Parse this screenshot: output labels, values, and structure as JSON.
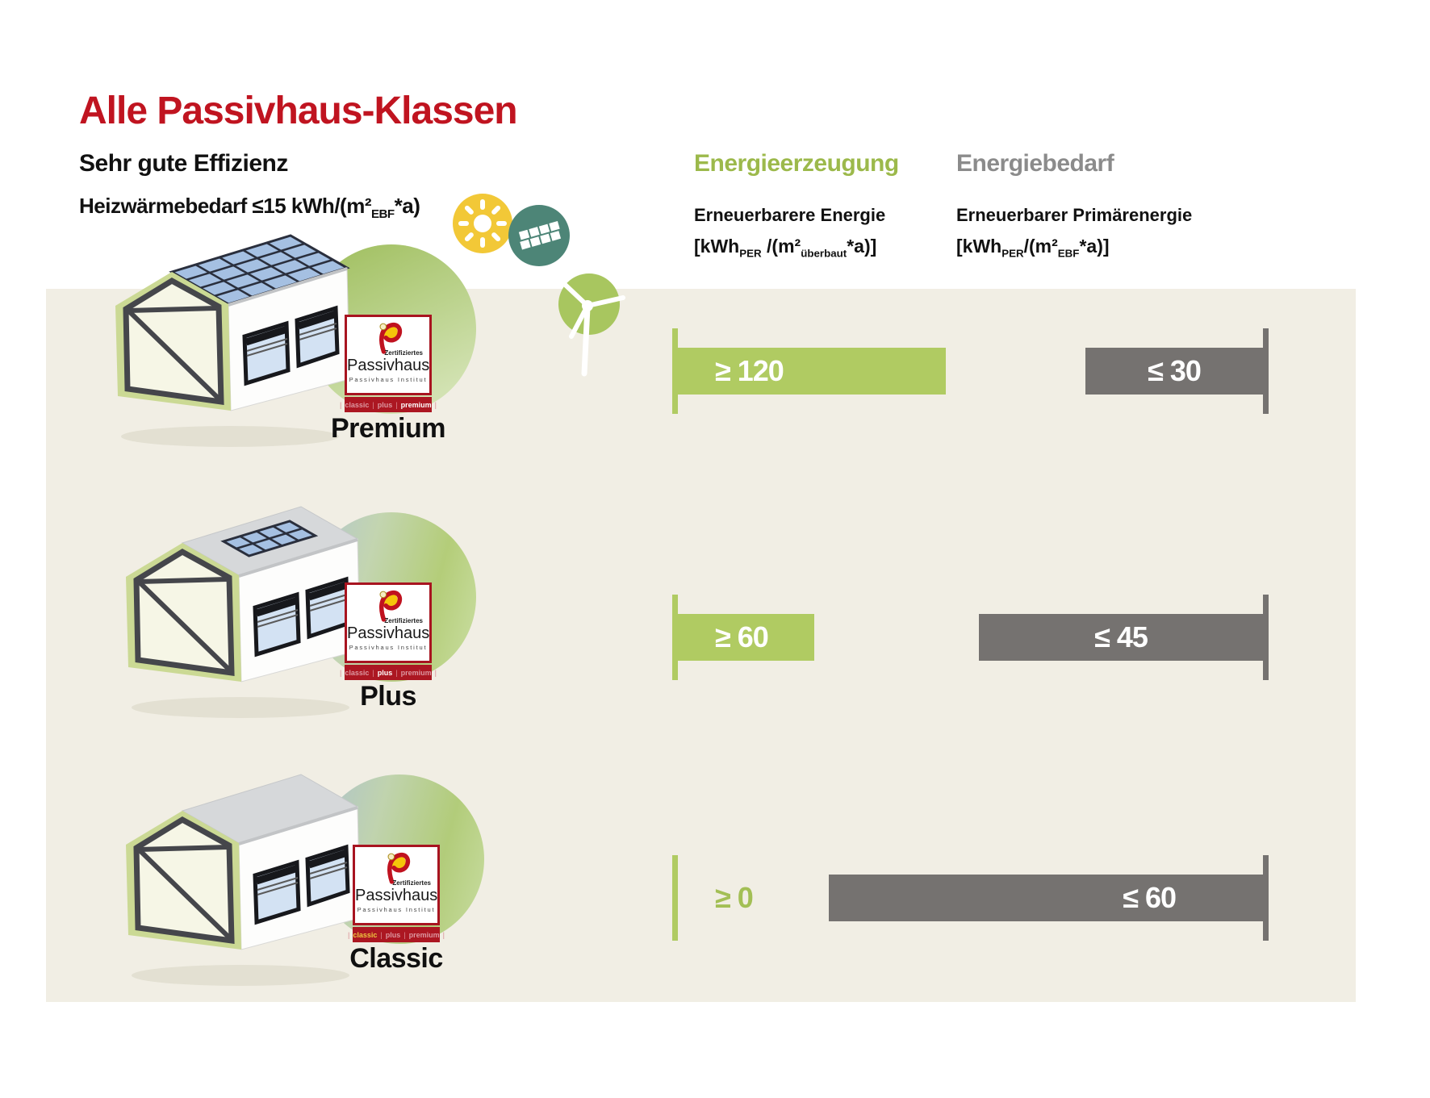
{
  "title": "Alle Passivhaus-Klassen",
  "subtitle": "Sehr gute Effizienz",
  "requirement": {
    "text_before_sub": "Heizwärmebedarf ≤15 kWh/(m²",
    "subscript": "EBF",
    "text_after_sub": "*a)"
  },
  "columns": {
    "generation": {
      "header": "Energieerzeugung",
      "sublabel": "Erneuerbarere Energie",
      "formula": {
        "p1": "[kWh",
        "s1": "PER",
        "p2": " /(m²",
        "s2": "überbaut",
        "p3": "*a)]"
      }
    },
    "demand": {
      "header": "Energiebedarf",
      "sublabel": "Erneuerbarer Primärenergie",
      "formula": {
        "p1": "[kWh",
        "s1": "PER",
        "p2": "/(m²",
        "s2": "EBF",
        "p3": "*a)]"
      }
    }
  },
  "badge": {
    "certified": "Zertifiziertes",
    "name": "Passivhaus",
    "institute": "Passivhaus Institut",
    "classes": [
      "classic",
      "plus",
      "premium"
    ]
  },
  "rows": [
    {
      "id": "premium",
      "label": "Premium",
      "generation": {
        "label": "≥ 120",
        "value": 120
      },
      "demand": {
        "label": "≤ 30",
        "value": 30
      }
    },
    {
      "id": "plus",
      "label": "Plus",
      "generation": {
        "label": "≥ 60",
        "value": 60
      },
      "demand": {
        "label": "≤ 45",
        "value": 45
      }
    },
    {
      "id": "classic",
      "label": "Classic",
      "generation": {
        "label": "≥ 0",
        "value": 0
      },
      "demand": {
        "label": "≤ 60",
        "value": 60
      }
    }
  ],
  "icons": [
    "sun-icon",
    "solar-panel-icon",
    "wind-turbine-icon"
  ],
  "colors": {
    "title_red": "#c01420",
    "generation_green": "#b0cb62",
    "generation_header_green": "#9cb94b",
    "demand_gray": "#757270",
    "demand_header_gray": "#8b8b8b",
    "background_beige": "#f1eee4",
    "badge_red": "#ac1722",
    "sun_yellow": "#f2c837",
    "solar_teal": "#4d8577",
    "wind_green": "#a8c65f"
  },
  "chart_data": {
    "type": "bar",
    "categories": [
      "Premium",
      "Plus",
      "Classic"
    ],
    "series": [
      {
        "name": "Energieerzeugung – Erneuerbarere Energie [kWh_PER/(m²_überbaut*a)]",
        "values": [
          120,
          60,
          0
        ],
        "labels": [
          "≥ 120",
          "≥ 60",
          "≥ 0"
        ],
        "color": "#b0cb62"
      },
      {
        "name": "Energiebedarf – Erneuerbarer Primärenergie [kWh_PER/(m²_EBF*a)]",
        "values": [
          30,
          45,
          60
        ],
        "labels": [
          "≤ 30",
          "≤ 45",
          "≤ 60"
        ],
        "color": "#757270"
      }
    ],
    "title": "Alle Passivhaus-Klassen",
    "legend_position": "top",
    "grid": false
  }
}
